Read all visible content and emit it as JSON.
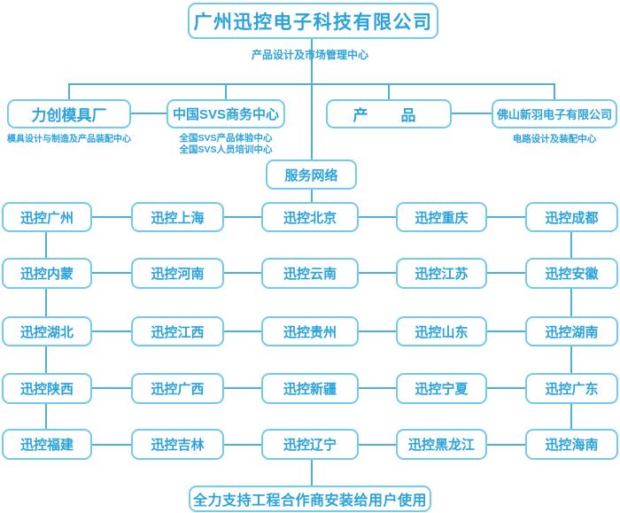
{
  "colors": {
    "accent_text": "#2aa2dc",
    "box_border": "#74cbe8",
    "connector": "#4db0d6"
  },
  "header": {
    "company": "广州迅控电子科技有限公司",
    "division": "产品设计及市场管理中心"
  },
  "branches": [
    {
      "label": "力创模具厂",
      "sublabels": [
        "模具设计与制造及产品装配中心"
      ]
    },
    {
      "label": "中国SVS商务中心",
      "sublabels": [
        "全国SVS产品体验中心",
        "全国SVS人员培训中心"
      ]
    },
    {
      "label": "产　品",
      "sublabels": []
    },
    {
      "label": "佛山新羽电子有限公司",
      "sublabels": [
        "电路设计及装配中心"
      ]
    }
  ],
  "service_network": {
    "label": "服务网络"
  },
  "grid": {
    "rows": [
      [
        "迅控广州",
        "迅控上海",
        "迅控北京",
        "迅控重庆",
        "迅控成都"
      ],
      [
        "迅控内蒙",
        "迅控河南",
        "迅控云南",
        "迅控江苏",
        "迅控安徽"
      ],
      [
        "迅控湖北",
        "迅控江西",
        "迅控贵州",
        "迅控山东",
        "迅控湖南"
      ],
      [
        "迅控陕西",
        "迅控广西",
        "迅控新疆",
        "迅控宁夏",
        "迅控广东"
      ],
      [
        "迅控福建",
        "迅控吉林",
        "迅控辽宁",
        "迅控黑龙江",
        "迅控海南"
      ]
    ]
  },
  "footer": {
    "label": "全力支持工程合作商安装给用户使用"
  }
}
